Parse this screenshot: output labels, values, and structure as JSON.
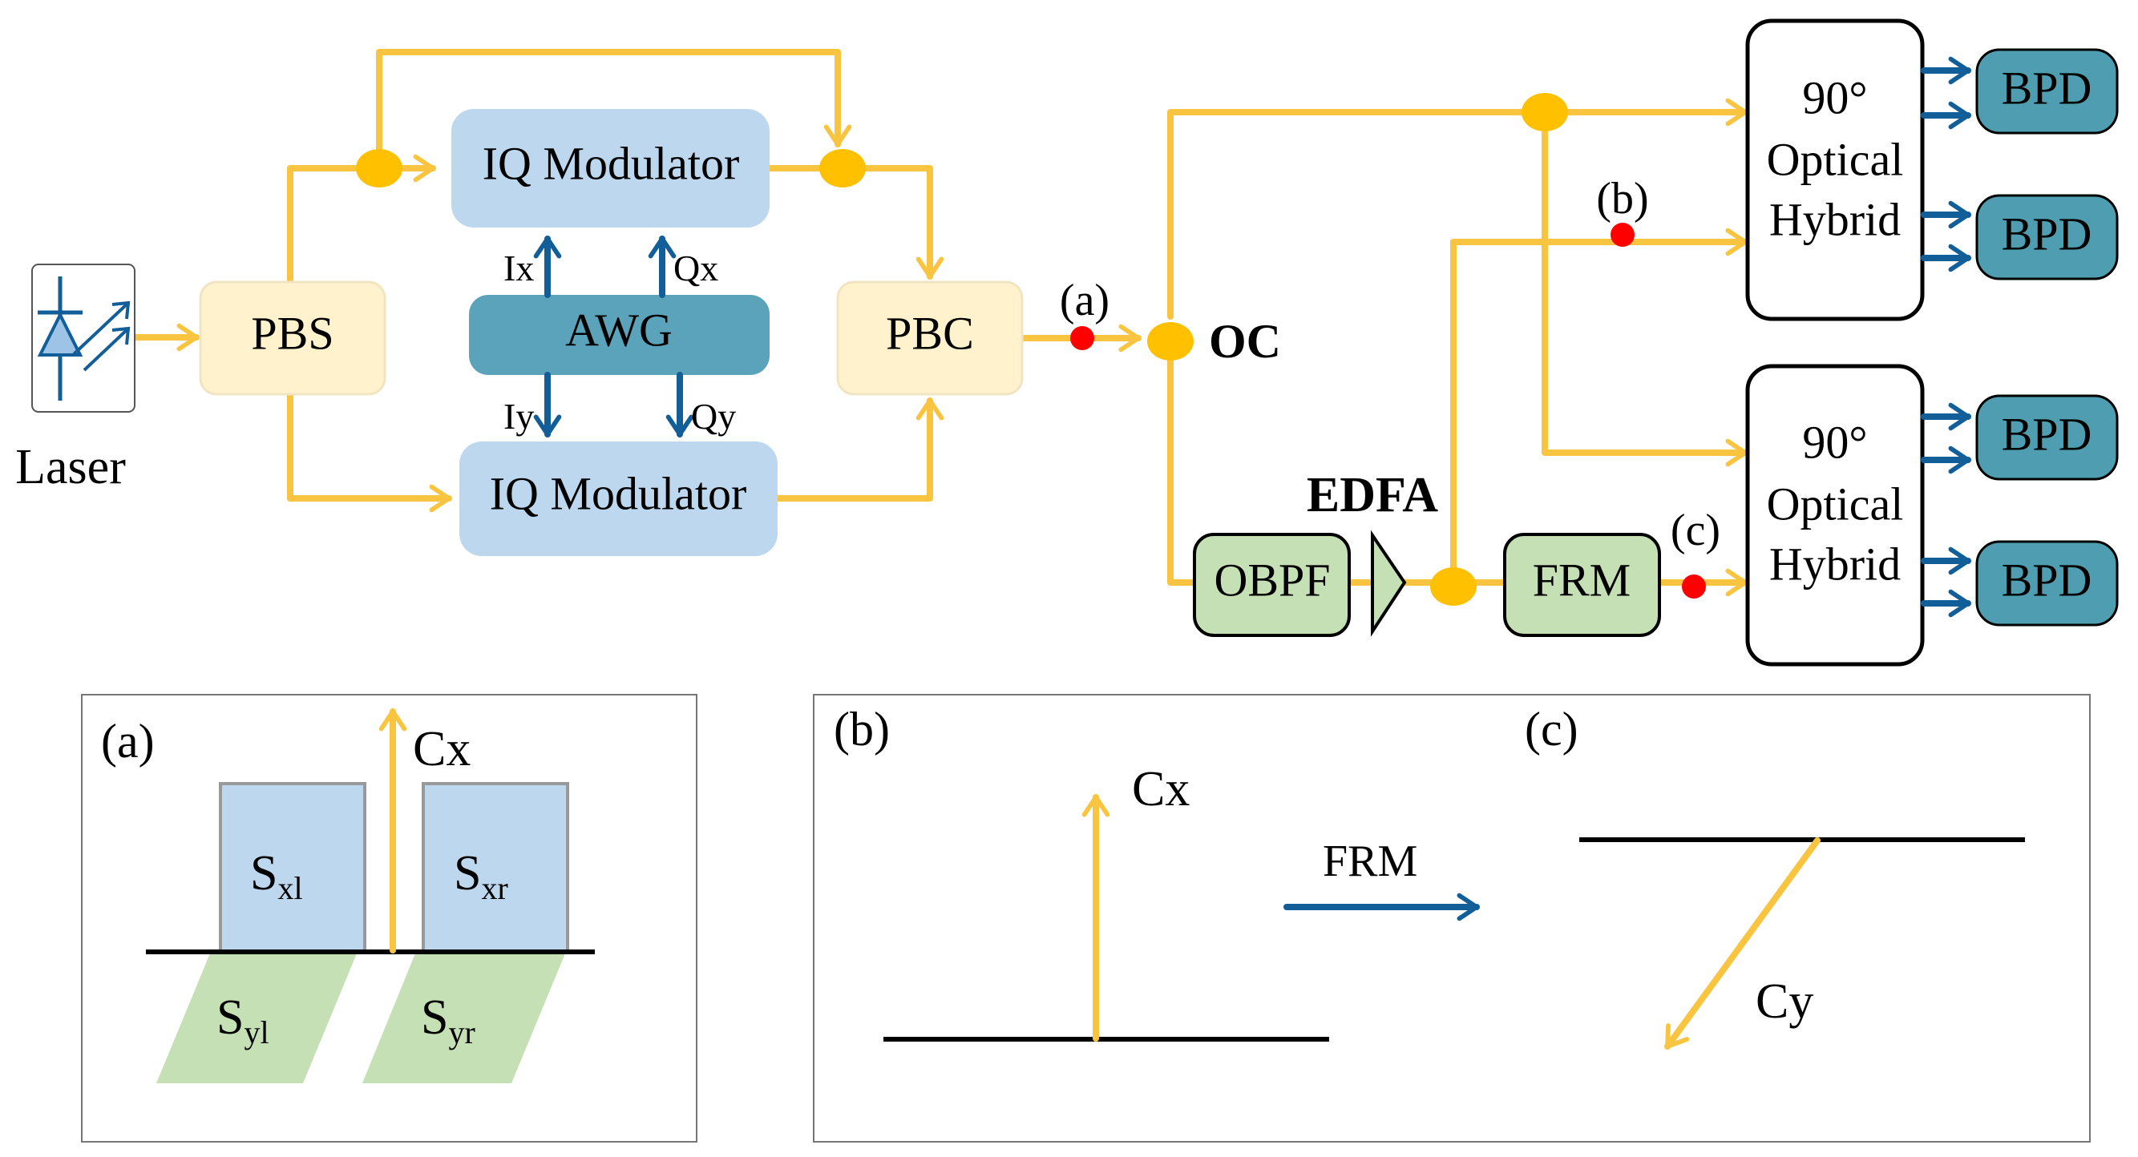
{
  "main_diagram": {
    "laser_label": "Laser",
    "pbs_label": "PBS",
    "iq_modulator_top_label": "IQ Modulator",
    "iq_modulator_bottom_label": "IQ Modulator",
    "awg_label": "AWG",
    "awg_outputs": {
      "ix": "Ix",
      "qx": "Qx",
      "iy": "Iy",
      "qy": "Qy"
    },
    "pbc_label": "PBC",
    "oc_label": "OC",
    "obpf_label": "OBPF",
    "edfa_label": "EDFA",
    "frm_label": "FRM",
    "hybrid_top_label": [
      "90°",
      "Optical",
      "Hybrid"
    ],
    "hybrid_bottom_label": [
      "90°",
      "Optical",
      "Hybrid"
    ],
    "bpd_labels": [
      "BPD",
      "BPD",
      "BPD",
      "BPD"
    ],
    "monitor_points": {
      "a": "(a)",
      "b": "(b)",
      "c": "(c)"
    }
  },
  "inset_a": {
    "tag": "(a)",
    "carrier_label": "Cx",
    "sideband_x_left": {
      "main": "S",
      "sub": "xl"
    },
    "sideband_x_right": {
      "main": "S",
      "sub": "xr"
    },
    "sideband_y_left": {
      "main": "S",
      "sub": "yl"
    },
    "sideband_y_right": {
      "main": "S",
      "sub": "yr"
    }
  },
  "inset_bc": {
    "tag_b": "(b)",
    "tag_c": "(c)",
    "carrier_b_label": "Cx",
    "transform_label": "FRM",
    "carrier_c_label": "Cy"
  },
  "colors": {
    "fiber": "#F9C440",
    "electrical": "#125E98",
    "pbs_pbc_fill": "#FFF2CC",
    "modulator_fill": "#BDD7EE",
    "awg_fill": "#5BA3BA",
    "green_fill": "#C5E0B4",
    "bpd_fill": "#4F9DB1",
    "monitor_dot": "#FF0000",
    "coupler": "#FFC000"
  }
}
